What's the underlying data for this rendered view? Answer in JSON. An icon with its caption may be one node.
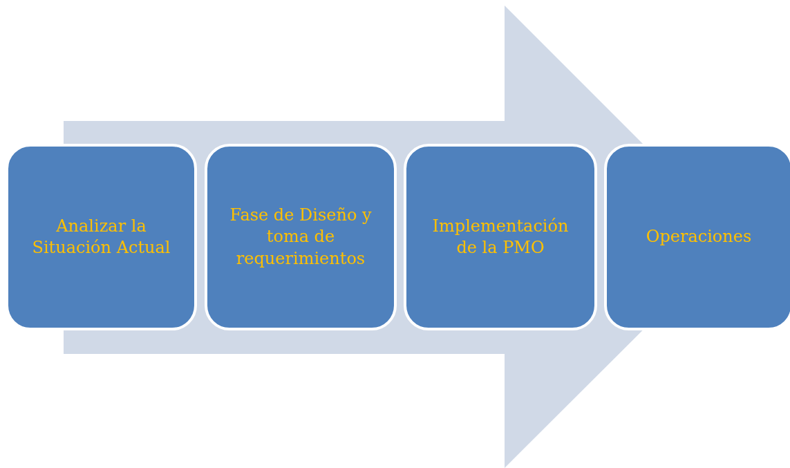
{
  "diagram": {
    "nodes": [
      {
        "text": [
          "Analizar la Situación Actual"
        ]
      },
      {
        "text": [
          "Fase de Diseño y toma de requerimientos"
        ]
      },
      {
        "text": [
          "Implementación de la PMO"
        ]
      },
      {
        "text": [
          "Operaciones"
        ]
      }
    ],
    "edges": [
      {
        "from": 0,
        "to": 3,
        "arrow": "to"
      }
    ]
  }
}
